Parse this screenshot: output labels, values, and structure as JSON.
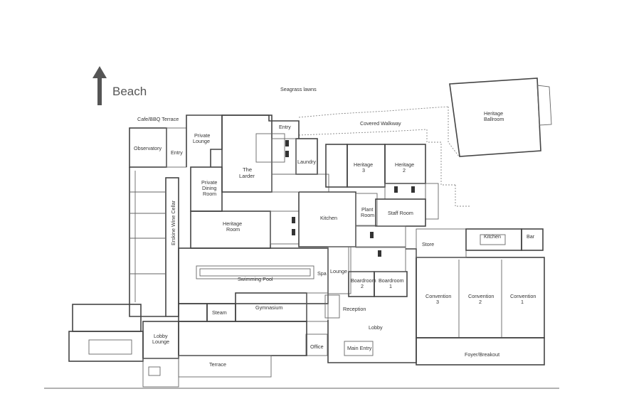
{
  "compass": {
    "label": "Beach"
  },
  "areas": {
    "seagrass": "Seagrass lawns",
    "covered_walkway": "Covered Walkway",
    "cafe_terrace": "Cafe/BBQ Terrace",
    "observatory": "Observatory",
    "entry_left": "Entry",
    "private_lounge_1": "Private",
    "private_lounge_2": "Lounge",
    "entry_top": "Entry",
    "the_larder_1": "The",
    "the_larder_2": "Larder",
    "laundry": "Laundry",
    "heritage3_1": "Heritage",
    "heritage3_2": "3",
    "heritage2_1": "Heritage",
    "heritage2_2": "2",
    "ballroom_1": "Heritage",
    "ballroom_2": "Ballroom",
    "private_dining_1": "Private",
    "private_dining_2": "Dining",
    "private_dining_3": "Room",
    "wine_cellar": "Erskine Wine Cellar",
    "heritage_room_1": "Heritage",
    "heritage_room_2": "Room",
    "kitchen": "Kitchen",
    "plant_room_1": "Plant",
    "plant_room_2": "Room",
    "staff_room": "Staff Room",
    "kitchen_right": "Kitchen",
    "bar": "Bar",
    "store": "Store",
    "swimming_pool": "Swimming Pool",
    "spa": "Spa",
    "lounge": "Lounge",
    "boardroom2_1": "Boardroom",
    "boardroom2_2": "2",
    "boardroom1_1": "Boardroom",
    "boardroom1_2": "1",
    "convention3_1": "Convention",
    "convention3_2": "3",
    "convention2_1": "Convention",
    "convention2_2": "2",
    "convention1_1": "Convention",
    "convention1_2": "1",
    "steam": "Steam",
    "gymnasium": "Gymnasium",
    "reception": "Reception",
    "lobby": "Lobby",
    "lobby_lounge_1": "Lobby",
    "lobby_lounge_2": "Lounge",
    "office": "Office",
    "main_entry": "Main Entry",
    "foyer": "Foyer/Breakout",
    "terrace": "Terrace"
  }
}
